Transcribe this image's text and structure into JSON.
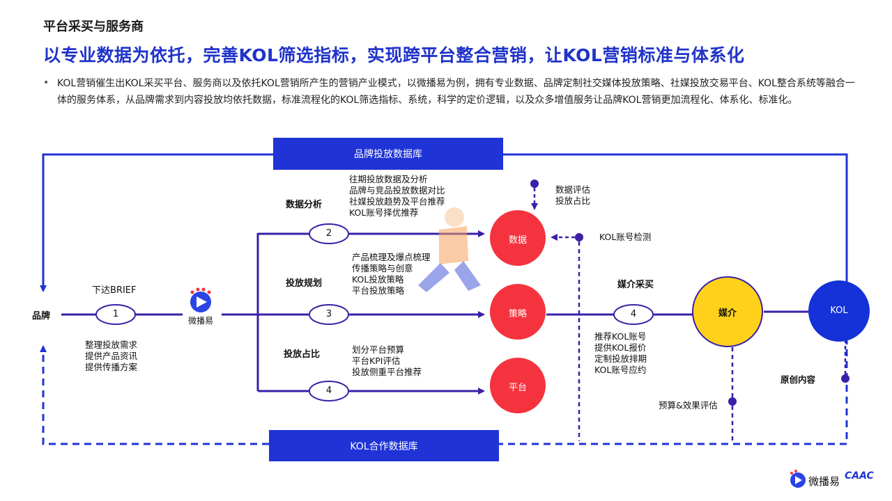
{
  "section_title": "平台采买与服务商",
  "headline": "以专业数据为依托，完善KOL筛选指标，实现跨平台整合营销，让KOL营销标准与体系化",
  "bullet": "KOL营销催生出KOL采买平台、服务商以及依托KOL营销所产生的营销产业模式，以微播易为例，拥有专业数据、品牌定制社交媒体投放策略、社媒投放交易平台、KOL整合系统等融合一体的服务体系，从品牌需求到内容投放均依托数据，标准流程化的KOL筛选指标、系统，科学的定价逻辑，以及众多增值服务让品牌KOL营销更加流程化、体系化、标准化。",
  "diagram": {
    "brand_db": "品牌投放数据库",
    "kol_db": "KOL合作数据库",
    "brand": "品牌",
    "brief": "下达BRIEF",
    "step1": "1",
    "step1_notes": [
      "整理投放需求",
      "提供产品资讯",
      "提供传播方案"
    ],
    "platform_logo_text": "微播易",
    "analysis_title": "数据分析",
    "analysis_notes": [
      "往期投放数据及分析",
      "品牌与竞品投放数据对比",
      "社媒投放趋势及平台推荐",
      "KOL账号择优推荐"
    ],
    "step2": "2",
    "planning_title": "投放规划",
    "planning_notes": [
      "产品梳理及爆点梳理",
      "传播策略与创意",
      "KOL投放策略",
      "平台投放策略"
    ],
    "step3": "3",
    "ratio_title": "投放占比",
    "ratio_notes": [
      "划分平台预算",
      "平台KPI评估",
      "投放侧重平台推荐"
    ],
    "step4": "4",
    "node_data": "数据",
    "node_strategy": "策略",
    "node_platform": "平台",
    "data_eval": [
      "数据评估",
      "投放占比"
    ],
    "kol_check": "KOL账号检测",
    "media_buy": "媒介采买",
    "step4b": "4",
    "media_notes": [
      "推荐KOL账号",
      "提供KOL报价",
      "定制投放排期",
      "KOL账号应约"
    ],
    "node_media": "媒介",
    "node_kol": "KOL",
    "budget_eval": "预算&效果评估",
    "original_content": "原创内容"
  },
  "footer": {
    "logo_text": "微播易",
    "caac_text": "CAAC"
  },
  "colors": {
    "blue": "#1f33d6",
    "navy_line": "#3b1fa8",
    "red": "#f5333f",
    "yellow": "#ffd11a",
    "kol_blue": "#1432d8"
  }
}
